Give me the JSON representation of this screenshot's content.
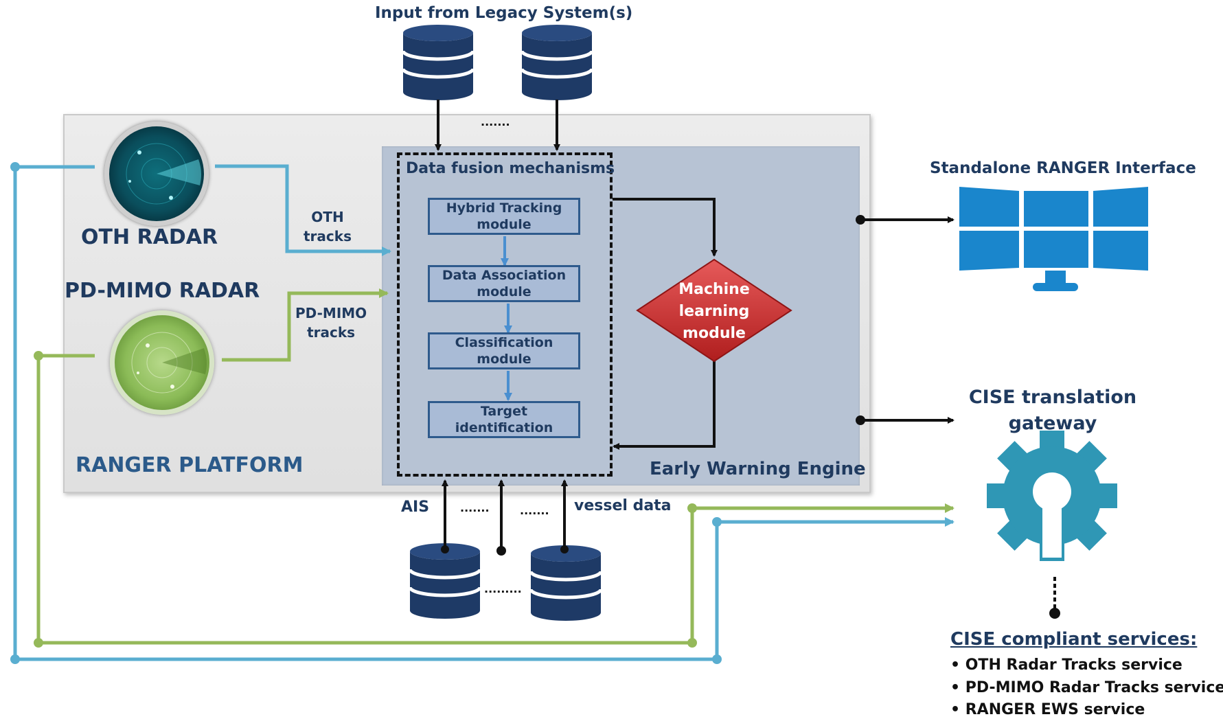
{
  "legacy_input_label": "Input from Legacy System(s)",
  "legacy_dots": ".......",
  "platform": {
    "name": "RANGER PLATFORM",
    "oth_radar": "OTH RADAR",
    "pdmimo_radar": "PD-MIMO RADAR",
    "oth_tracks_line1": "OTH",
    "oth_tracks_line2": "tracks",
    "pdmimo_tracks_line1": "PD-MIMO",
    "pdmimo_tracks_line2": "tracks"
  },
  "engine": {
    "name": "Early Warning Engine",
    "fusion_title": "Data fusion mechanisms",
    "modules": [
      {
        "line1": "Hybrid Tracking",
        "line2": "module"
      },
      {
        "line1": "Data Association",
        "line2": "module"
      },
      {
        "line1": "Classification",
        "line2": "module"
      },
      {
        "line1": "Target",
        "line2": "identification"
      }
    ],
    "ml_line1": "Machine",
    "ml_line2": "learning",
    "ml_line3": "module"
  },
  "bottom_inputs": {
    "ais": "AIS",
    "dots1": ".......",
    "dots2": ".......",
    "vessel": "vessel data",
    "db_dots": "........."
  },
  "standalone_title": "Standalone RANGER Interface",
  "cise": {
    "title_line1": "CISE translation",
    "title_line2": "gateway",
    "services_title": "CISE compliant services:",
    "services": [
      "OTH Radar Tracks service",
      "PD-MIMO Radar Tracks service",
      "RANGER EWS service"
    ]
  },
  "colors": {
    "blue_line": "#5aaed0",
    "green_line": "#95b95a",
    "navy": "#1f3a5f",
    "db_navy": "#1e3a66",
    "ml_red": "#d42a2a",
    "gear_teal": "#2f97b5",
    "monitor_blue": "#1a86cc"
  }
}
